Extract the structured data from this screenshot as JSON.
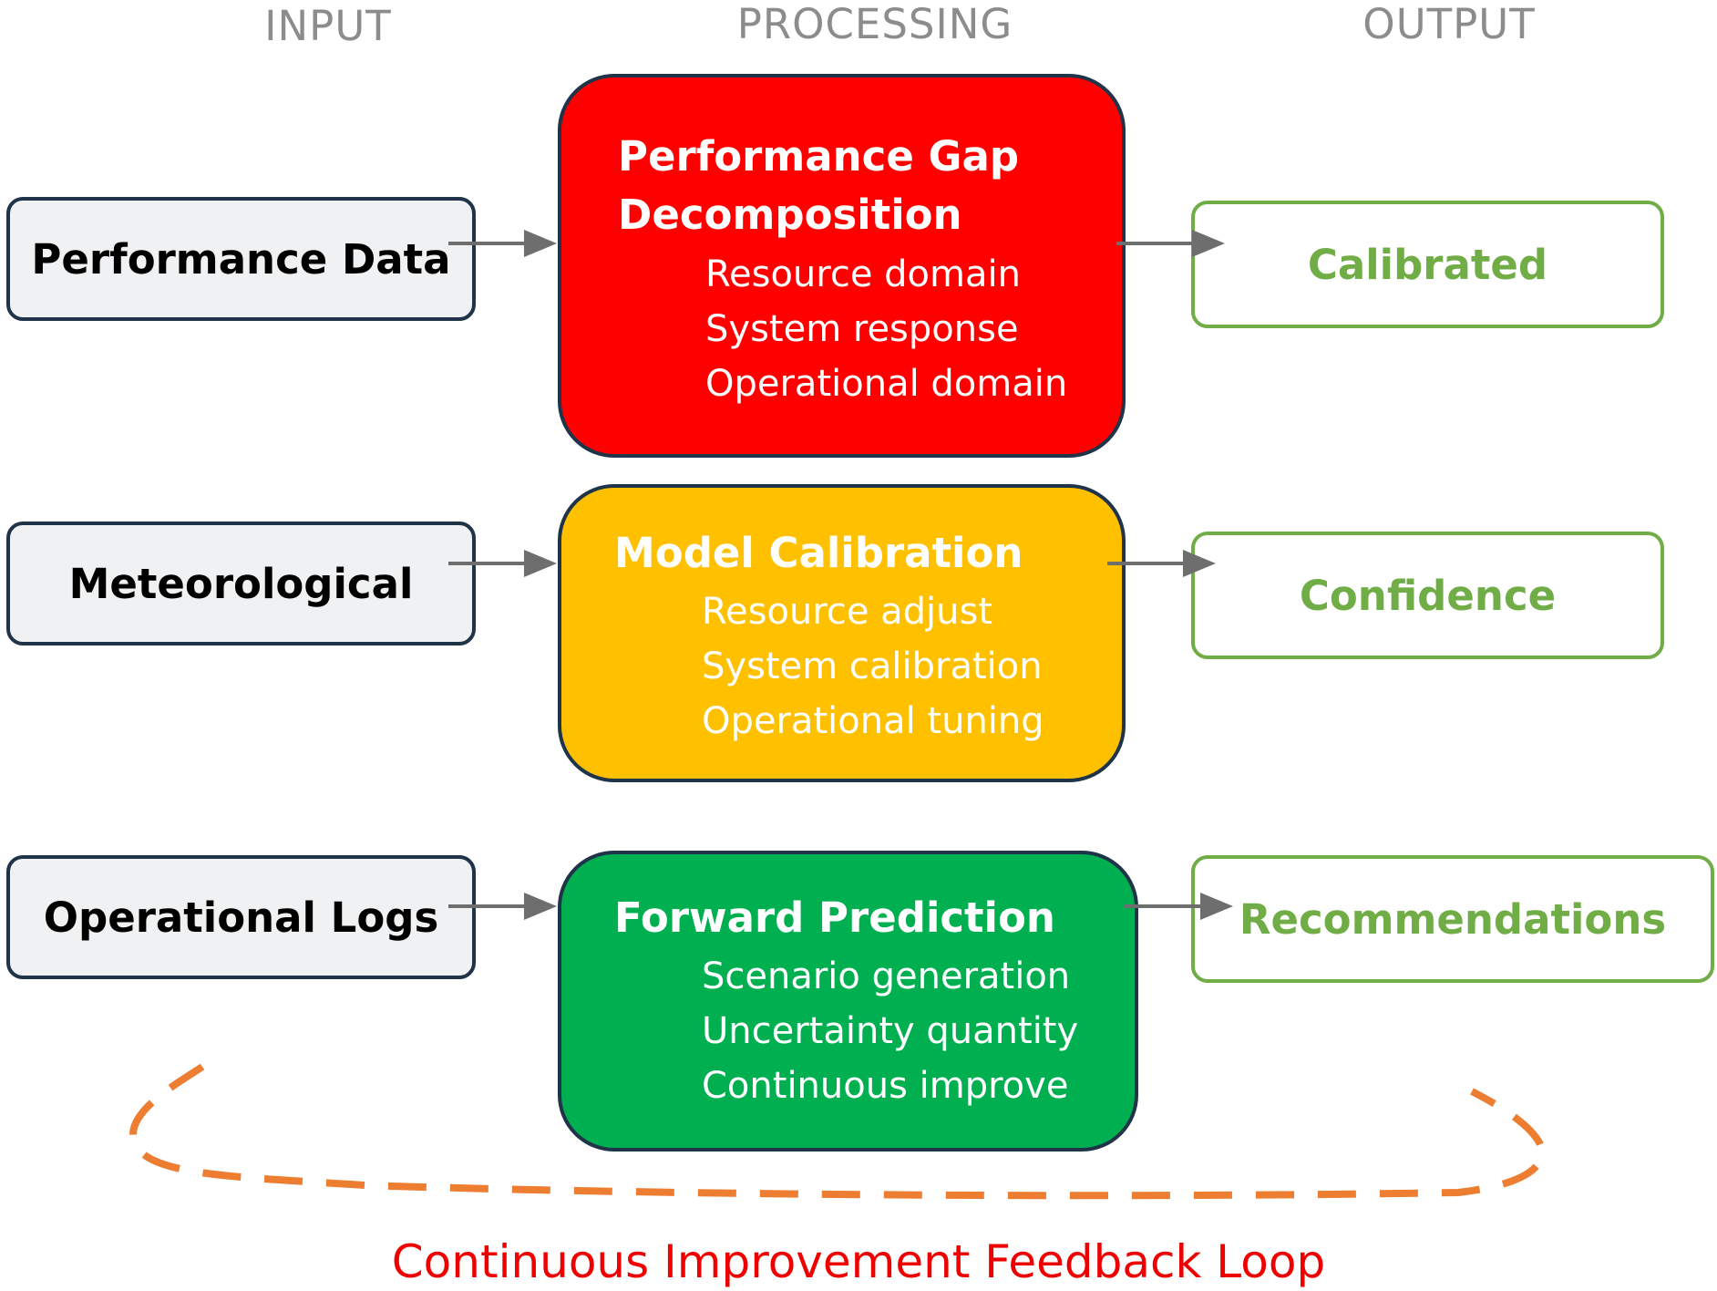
{
  "headers": {
    "input": "INPUT",
    "processing": "PROCESSING",
    "output": "OUTPUT"
  },
  "inputs": [
    {
      "label": "Performance Data"
    },
    {
      "label": "Meteorological"
    },
    {
      "label": "Operational Logs"
    }
  ],
  "processes": [
    {
      "title_line1": "Performance Gap",
      "title_line2": "Decomposition",
      "items": [
        "Resource domain",
        "System response",
        "Operational domain"
      ],
      "color": "#ff0000"
    },
    {
      "title_line1": "Model Calibration",
      "items": [
        "Resource adjust",
        "System calibration",
        "Operational tuning"
      ],
      "color": "#ffc000"
    },
    {
      "title_line1": "Forward Prediction",
      "items": [
        "Scenario generation",
        "Uncertainty quantity",
        "Continuous improve"
      ],
      "color": "#00b050"
    }
  ],
  "outputs": [
    {
      "label": "Calibrated"
    },
    {
      "label": "Confidence"
    },
    {
      "label": "Recommendations"
    }
  ],
  "feedback_loop": {
    "label": "Continuous Improvement Feedback Loop",
    "color": "#ed7d31"
  },
  "colors": {
    "input_border": "#1f3448",
    "output": "#70ad47",
    "arrow": "#6e6e6e",
    "footer_text": "#ee0000"
  }
}
